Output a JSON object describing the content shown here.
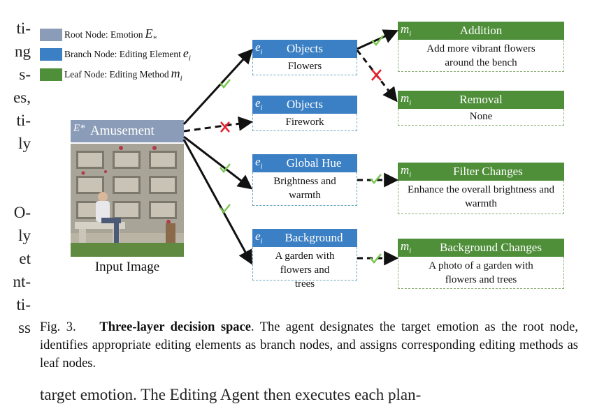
{
  "side_text": [
    "ti-",
    "ng",
    "s-",
    "es,",
    "ti-",
    "ly",
    "",
    "",
    "O-",
    "ly",
    "et",
    "nt-",
    "ti-",
    "ss"
  ],
  "legend": [
    {
      "label": "Root Node: Emotion",
      "math": "E",
      "sub": "*",
      "color": "#8b9cb8"
    },
    {
      "label": "Branch Node: Editing Element",
      "math": "e",
      "sub": "i",
      "color": "#3b7fc4"
    },
    {
      "label": "Leaf Node: Editing Method",
      "math": "m",
      "sub": "i",
      "color": "#4f8f3a"
    }
  ],
  "root": {
    "symbol": "E*",
    "label": "Amusement",
    "input_label": "Input Image"
  },
  "branches": [
    {
      "symbol": "e",
      "sub": "i",
      "title": "Objects",
      "body": "Flowers",
      "status": "check"
    },
    {
      "symbol": "e",
      "sub": "i",
      "title": "Objects",
      "body": "Firework",
      "status": "cross"
    },
    {
      "symbol": "e",
      "sub": "i",
      "title": "Global Hue",
      "body": "Brightness and warmth",
      "status": "check"
    },
    {
      "symbol": "e",
      "sub": "i",
      "title": "Background",
      "body": "A garden with flowers and trees",
      "status": "check"
    }
  ],
  "leaves": [
    {
      "symbol": "m",
      "sub": "i",
      "title": "Addition",
      "body": "Add more vibrant flowers around the bench"
    },
    {
      "symbol": "m",
      "sub": "i",
      "title": "Removal",
      "body": "None"
    },
    {
      "symbol": "m",
      "sub": "i",
      "title": "Filter Changes",
      "body": "Enhance the overall brightness and warmth"
    },
    {
      "symbol": "m",
      "sub": "i",
      "title": "Background Changes",
      "body": "A photo of a garden with flowers and trees"
    }
  ],
  "caption": {
    "prefix": "Fig. 3.",
    "bold": "Three-layer decision space",
    "text": ". The agent designates the target emotion as the root node, identifies appropriate editing elements as branch nodes, and assigns corresponding editing methods as leaf nodes."
  },
  "bottom_text": "target emotion. The Editing Agent then executes each plan-"
}
